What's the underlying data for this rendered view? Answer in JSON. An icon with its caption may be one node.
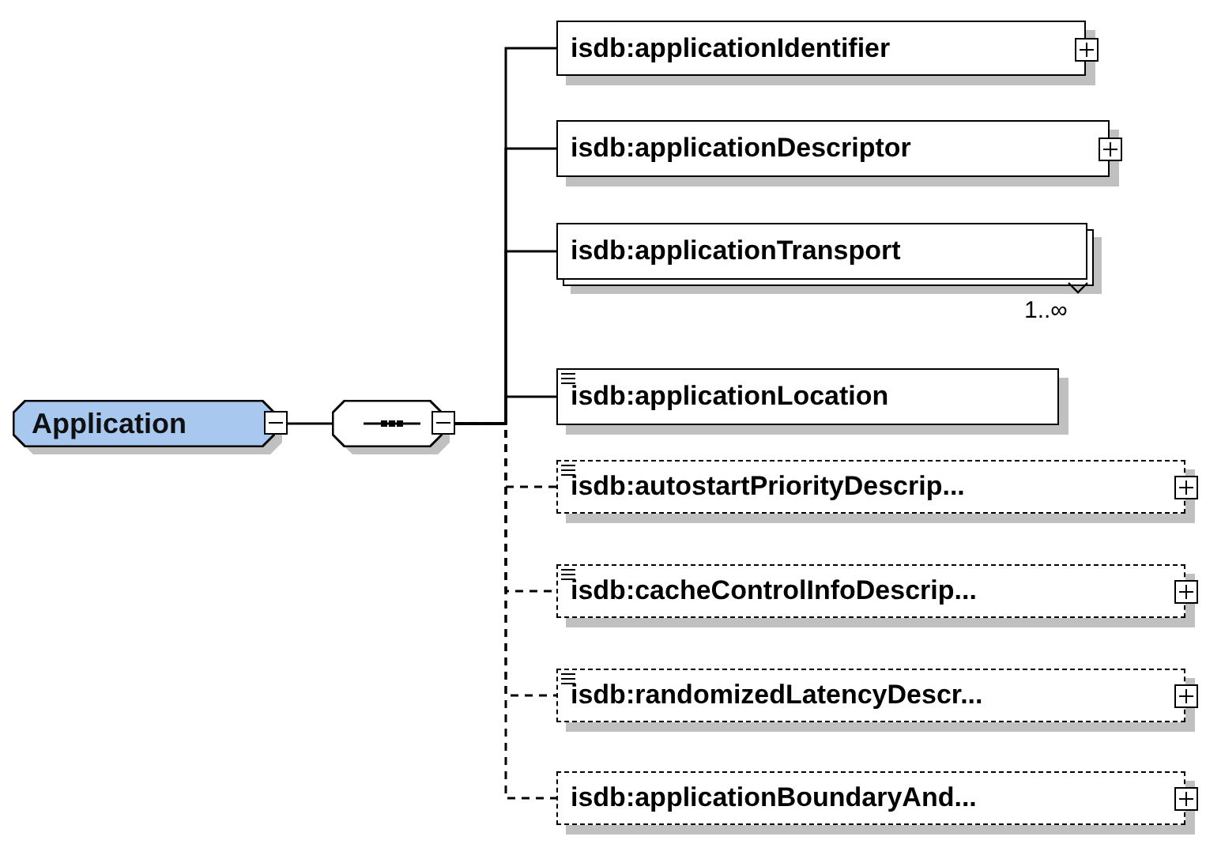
{
  "diagram": {
    "nodes": [
      {
        "text": [
          "Application"
        ]
      },
      {
        "text": [],
        "shape": "octagon"
      },
      {
        "text": [
          "isdb:applicationIdentifier"
        ]
      },
      {
        "text": [
          "isdb:applicationDescriptor"
        ]
      },
      {
        "text": [
          "isdb:applicationTransport"
        ],
        "beside": [
          "1..∞"
        ]
      },
      {
        "text": [
          "isdb:applicationLocation"
        ]
      },
      {
        "text": [
          "isdb:autostartPriorityDescrip..."
        ]
      },
      {
        "text": [
          "isdb:cacheControlInfoDescrip..."
        ]
      },
      {
        "text": [
          "isdb:randomizedLatencyDescr..."
        ]
      },
      {
        "text": [
          "isdb:applicationBoundaryAnd..."
        ]
      }
    ],
    "edges": [
      {
        "from": 0,
        "to": 1,
        "arrow": "none"
      },
      {
        "from": 1,
        "to": 2,
        "arrow": "none"
      },
      {
        "from": 1,
        "to": 3,
        "arrow": "none"
      },
      {
        "from": 1,
        "to": 4,
        "arrow": "none"
      },
      {
        "from": 1,
        "to": 5,
        "arrow": "none"
      },
      {
        "from": 1,
        "to": 6,
        "arrow": "none",
        "style": "dashed"
      },
      {
        "from": 1,
        "to": 7,
        "arrow": "none",
        "style": "dashed"
      },
      {
        "from": 1,
        "to": 8,
        "arrow": "none",
        "style": "dashed"
      },
      {
        "from": 1,
        "to": 9,
        "arrow": "none",
        "style": "dashed"
      }
    ]
  }
}
